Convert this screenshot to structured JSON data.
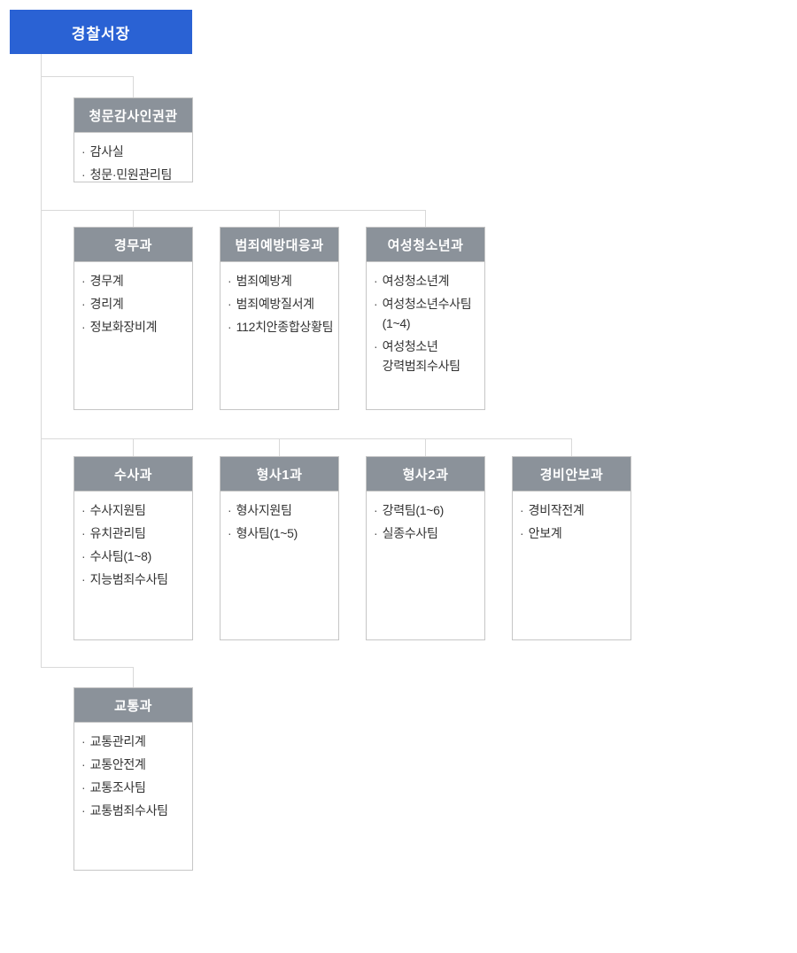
{
  "bullet": "·",
  "colors": {
    "accent_blue": "#2a62d4",
    "header_gray": "#8b929a",
    "box_border": "#c6c6c6",
    "connector_line": "#d9d9d9",
    "item_text": "#333333"
  },
  "root": {
    "title": "경찰서장"
  },
  "boxes": [
    {
      "title": "청문감사인권관",
      "items": [
        "감사실",
        "청문·민원관리팀"
      ]
    },
    {
      "title": "경무과",
      "items": [
        "경무계",
        "경리계",
        "정보화장비계"
      ]
    },
    {
      "title": "범죄예방대응과",
      "items": [
        "범죄예방계",
        "범죄예방질서계",
        "112치안종합상황팀"
      ]
    },
    {
      "title": "여성청소년과",
      "items": [
        "여성청소년계",
        "여성청소년수사팀\n(1~4)",
        "여성청소년\n강력범죄수사팀"
      ]
    },
    {
      "title": "수사과",
      "items": [
        "수사지원팀",
        "유치관리팀",
        "수사팀(1~8)",
        "지능범죄수사팀"
      ]
    },
    {
      "title": "형사1과",
      "items": [
        "형사지원팀",
        "형사팀(1~5)"
      ]
    },
    {
      "title": "형사2과",
      "items": [
        "강력팀(1~6)",
        "실종수사팀"
      ]
    },
    {
      "title": "경비안보과",
      "items": [
        "경비작전계",
        "안보계"
      ]
    },
    {
      "title": "교통과",
      "items": [
        "교통관리계",
        "교통안전계",
        "교통조사팀",
        "교통범죄수사팀"
      ]
    }
  ]
}
